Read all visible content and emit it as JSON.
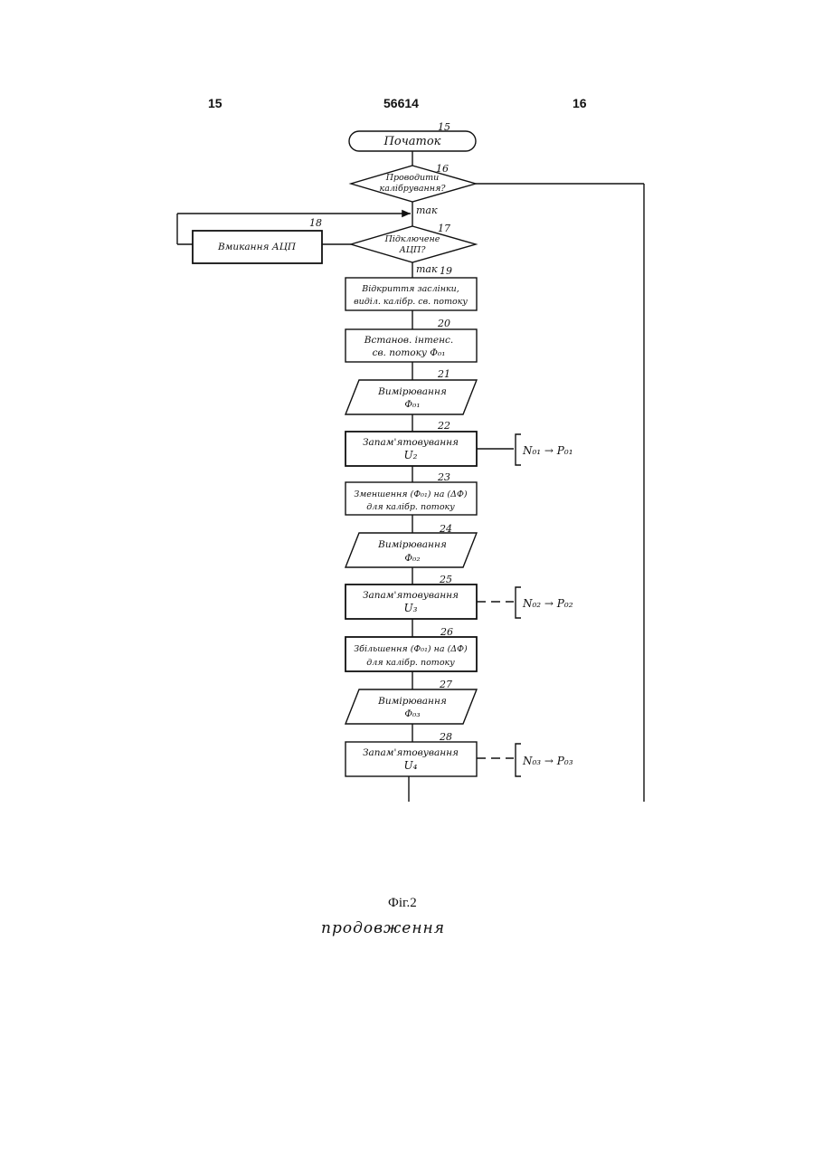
{
  "header": {
    "page_left": "15",
    "doc_number": "56614",
    "page_right": "16"
  },
  "blocks": {
    "b15": {
      "num": "15",
      "lines": [
        "Початок"
      ]
    },
    "b16": {
      "num": "16",
      "lines": [
        "Проводити",
        "калібрування?"
      ]
    },
    "b17": {
      "num": "17",
      "lines": [
        "Підключене",
        "АЦП?"
      ]
    },
    "b18": {
      "num": "18",
      "lines": [
        "Вмикання АЦП"
      ]
    },
    "b19": {
      "num": "19",
      "lines": [
        "Відкриття заслінки,",
        "виділ. калібр. св. потоку"
      ]
    },
    "b20": {
      "num": "20",
      "lines": [
        "Встанов. інтенс.",
        "св. потоку Ф₀₁"
      ]
    },
    "b21": {
      "num": "21",
      "lines": [
        "Вимірювання",
        "Ф₀₁"
      ]
    },
    "b22": {
      "num": "22",
      "lines": [
        "Запам'ятовування",
        "U₂"
      ]
    },
    "b23": {
      "num": "23",
      "lines": [
        "Зменшення (Ф₀₁) на (ΔФ)",
        "для калібр. потоку"
      ]
    },
    "b24": {
      "num": "24",
      "lines": [
        "Вимірювання",
        "Ф₀₂"
      ]
    },
    "b25": {
      "num": "25",
      "lines": [
        "Запам'ятовування",
        "U₃"
      ]
    },
    "b26": {
      "num": "26",
      "lines": [
        "Збільшення (Ф₀₁) на (ΔФ)",
        "для калібр. потоку"
      ]
    },
    "b27": {
      "num": "27",
      "lines": [
        "Вимірювання",
        "Ф₀₃"
      ]
    },
    "b28": {
      "num": "28",
      "lines": [
        "Запам'ятовування",
        "U₄"
      ]
    }
  },
  "branch_yes_1": "так",
  "branch_yes_2": "так",
  "annotations": {
    "a22": "N₀₁ → P₀₁",
    "a25": "N₀₂ → P₀₂",
    "a28": "N₀₃ → P₀₃"
  },
  "caption": "Фіг.2",
  "continued": "продовження"
}
